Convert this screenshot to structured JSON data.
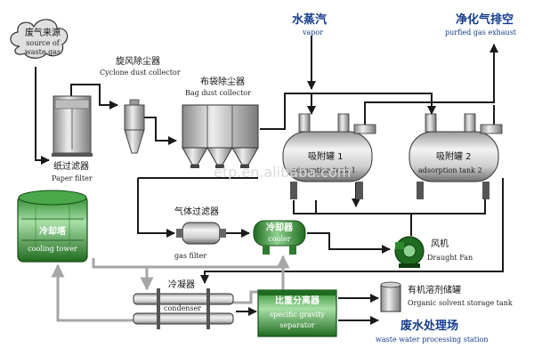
{
  "source": {
    "cn": "废气来源",
    "en1": "source of",
    "en2": "waste gas"
  },
  "cyclone": {
    "cn": "旋风除尘器",
    "en": "Cyclone dust collector"
  },
  "bag": {
    "cn": "布袋除尘器",
    "en": "Bag dust collector"
  },
  "paper_filter": {
    "cn": "纸过滤器",
    "en": "Paper filter"
  },
  "vapor": {
    "cn": "水蒸汽",
    "en": "vapor"
  },
  "exhaust": {
    "cn": "净化气排空",
    "en": "purfied gas exhaust"
  },
  "tank1": {
    "cn": "吸附罐 1",
    "en": "adsorption tank 1"
  },
  "tank2": {
    "cn": "吸附罐 2",
    "en": "adsorption tank 2"
  },
  "cooling_tower": {
    "cn": "冷却塔",
    "en": "cooling tower"
  },
  "gas_filter": {
    "cn": "气体过滤器",
    "en": "gas filter"
  },
  "cooler": {
    "cn": "冷却器",
    "en": "cooler"
  },
  "fan": {
    "cn": "风机",
    "en": "Draught Fan"
  },
  "condenser": {
    "cn": "冷凝器",
    "en": "condenser"
  },
  "separator": {
    "cn": "比重分离器",
    "en1": "specific gravity",
    "en2": "separator"
  },
  "solvent_tank": {
    "cn": "有机溶剂储罐",
    "en": "Organic solvent storage tank"
  },
  "waste_water": {
    "cn": "废水处理场",
    "en": "waste water processing station"
  },
  "watermark": "etp.en.alibaba.com",
  "colors": {
    "flow_black": "#1a1a1a",
    "flow_gray": "#a6a6a6",
    "steel_dark": "#6e6e6e",
    "steel_light": "#e8e8e8",
    "green_dark": "#1f6b1f",
    "green_light": "#8fd18f",
    "label_blue": "#153a8a"
  },
  "icons": [
    "cloud-icon",
    "paper-filter-icon",
    "cyclone-icon",
    "bag-collector-icon",
    "adsorption-tank-icon",
    "cooling-tower-icon",
    "gas-filter-icon",
    "cooler-icon",
    "fan-icon",
    "condenser-icon",
    "separator-icon",
    "storage-tank-icon"
  ]
}
